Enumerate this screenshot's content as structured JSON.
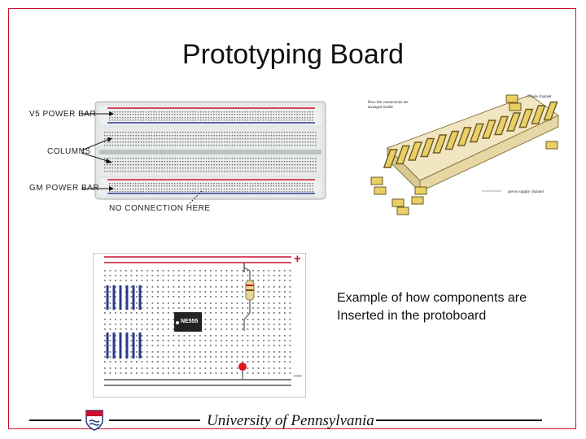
{
  "slide": {
    "title": "Prototyping Board",
    "caption_line1": "Example of how components are",
    "caption_line2": "Inserted in the protoboard",
    "footer": "University of Pennsylvania"
  },
  "photo": {
    "labels": {
      "v5_power_bar": "V5 POWER BAR",
      "columns": "COLUMNS",
      "gm_power_bar": "GM POWER BAR",
      "no_connection": "NO CONNECTION HERE"
    }
  },
  "diagram": {
    "labels": {
      "internal_note_line1": "How the connections are",
      "internal_note_line2": "arranged inside",
      "five_hole": "5-hole channel",
      "power_supply": "power supply channel"
    }
  },
  "circuit": {
    "chip_label": "NE555",
    "plus_sign": "+",
    "minus_sign": "—"
  },
  "colors": {
    "accent_red": "#c8102e",
    "rail_blue": "#2b3a8f",
    "board_gray": "#d9dbdb"
  }
}
